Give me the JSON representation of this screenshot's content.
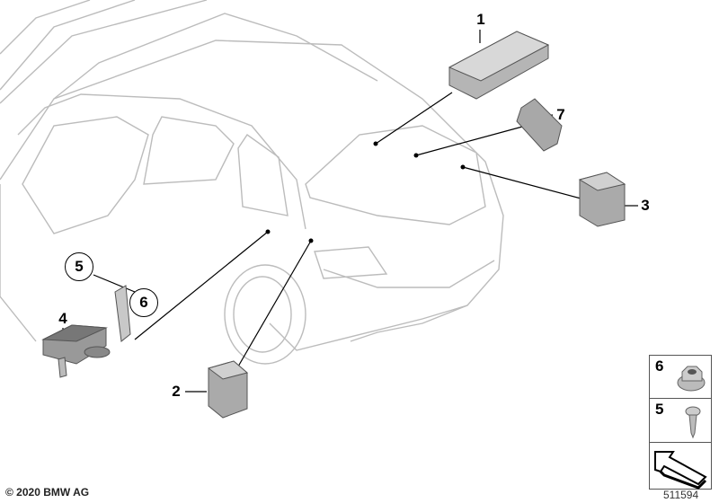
{
  "diagram": {
    "callouts": [
      {
        "number": "1",
        "part": "control-unit"
      },
      {
        "number": "2",
        "part": "control-unit"
      },
      {
        "number": "3",
        "part": "control-unit"
      },
      {
        "number": "4",
        "part": "control-unit-with-bracket"
      },
      {
        "number": "5",
        "part": "screw"
      },
      {
        "number": "6",
        "part": "nut"
      },
      {
        "number": "7",
        "part": "control-unit"
      }
    ]
  },
  "legend": {
    "rows": [
      {
        "number": "6",
        "icon": "collar-nut-icon"
      },
      {
        "number": "5",
        "icon": "screw-icon"
      },
      {
        "number": "",
        "icon": "direction-arrow-icon"
      }
    ]
  },
  "footer": {
    "copyright": "© 2020 BMW AG",
    "diagram_number": "511594"
  },
  "colors": {
    "outline": "#bdbdbd",
    "part": "#9a9a9a",
    "leader": "#000000"
  }
}
